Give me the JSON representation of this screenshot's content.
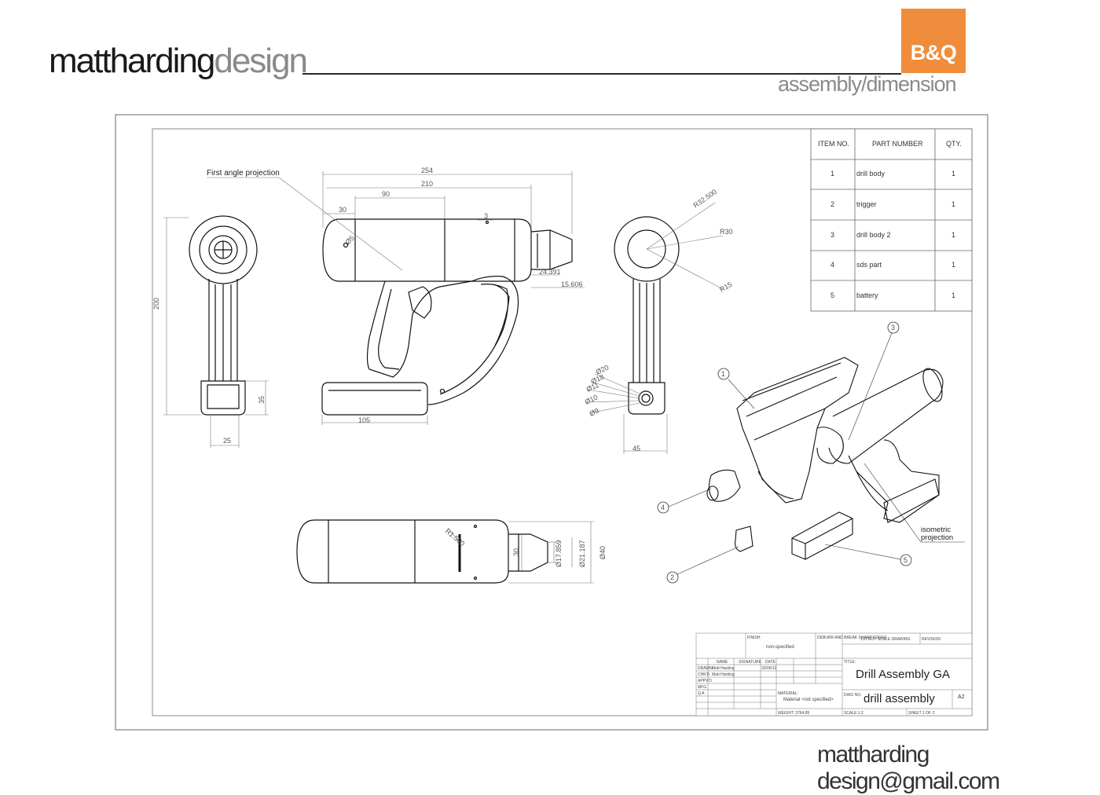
{
  "header": {
    "brand_part1": "mattharding",
    "brand_part2": "design",
    "logo_text": "B&Q",
    "subtitle": "assembly/dimension"
  },
  "footer": {
    "email": "mattharding design@gmail.com"
  },
  "colors": {
    "accent": "#f08d3c",
    "ink": "#1a1a1a",
    "muted": "#8a8a8a"
  },
  "drawing": {
    "label_first_angle": "First angle projection",
    "label_isometric_1": "isometric",
    "label_isometric_2": "projection",
    "front_dims": {
      "overall": "254",
      "body": "210",
      "grip": "90",
      "nose": "30",
      "small": "3",
      "hole": "Ø5",
      "d1": "24.391",
      "d2": "15.606",
      "base": "105"
    },
    "side_dims": {
      "height": "200",
      "foot": "35",
      "width": "25"
    },
    "end_dims": {
      "r1": "R32.500",
      "r2": "R30",
      "r3": "R15",
      "d20": "Ø20",
      "d18": "Ø18",
      "d11": "Ø11",
      "d10": "Ø10",
      "d9": "Ø9",
      "base": "45"
    },
    "top_dims": {
      "r": "R1.500",
      "d30": "30",
      "d17": "Ø17.859",
      "d21": "Ø21.187",
      "d40": "Ø40"
    },
    "balloons": [
      "1",
      "2",
      "3",
      "4",
      "5"
    ]
  },
  "bom": {
    "headers": [
      "ITEM NO.",
      "PART NUMBER",
      "QTY."
    ],
    "rows": [
      {
        "item": "1",
        "part": "drill body",
        "qty": "1"
      },
      {
        "item": "2",
        "part": "trigger",
        "qty": "1"
      },
      {
        "item": "3",
        "part": "drill body 2",
        "qty": "1"
      },
      {
        "item": "4",
        "part": "sds part",
        "qty": "1"
      },
      {
        "item": "5",
        "part": "battery",
        "qty": "1"
      }
    ]
  },
  "title_block": {
    "finish_label": "FINISH:",
    "finish_value": "non-specified",
    "deburr": "DEBURR AND BREAK SHARP EDGES",
    "do_not_scale": "DO NOT SCALE DRAWING",
    "revision": "REVISION",
    "col_name": "NAME",
    "col_signature": "SIGNATURE",
    "col_date": "DATE",
    "row_drawn": "DRAWN",
    "row_chkd": "CHK'D",
    "row_appvd": "APPV'D",
    "row_mfg": "MFG",
    "row_qa": "Q.A",
    "drawn_name": "Matt Harding",
    "chkd_name": "Matt Harding",
    "drawn_date": "20/05/12",
    "title_label": "TITLE:",
    "title": "Drill Assembly GA",
    "material_label": "MATERIAL:",
    "material": "Material <not specified>",
    "dwg_label": "DWG NO.",
    "dwg_no": "drill assembly",
    "size": "A2",
    "weight": "WEIGHT: 3764.85",
    "scale": "SCALE:1:2",
    "sheet": "SHEET 1 OF 2"
  }
}
